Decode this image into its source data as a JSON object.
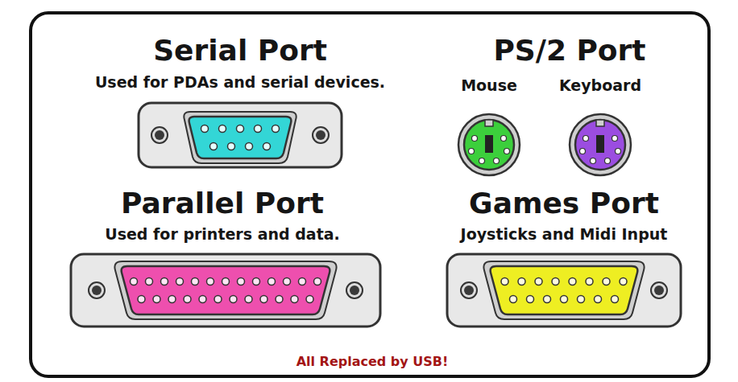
{
  "diagram": {
    "caption": "All Replaced by USB!",
    "labels": [
      "Serial Port",
      "Used for PDAs and serial devices.",
      "PS/2 Port",
      "Mouse",
      "Keyboard",
      "Parallel Port",
      "Used for printers and data.",
      "Games Port",
      "Joysticks and Midi Input"
    ]
  }
}
